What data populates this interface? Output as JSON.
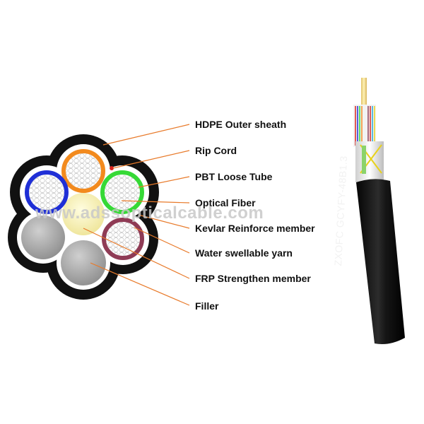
{
  "labels": [
    "HDPE Outer sheath",
    "Rip Cord",
    "PBT Loose Tube",
    "Optical Fiber",
    "Kevlar Reinforce member",
    "Water swellable yarn",
    "FRP Strengthen member",
    "Filler"
  ],
  "watermark": "www.adssopticalcable.com",
  "cable_print": "ZXOFC  GCYFY-48B1.3",
  "colors": {
    "sheath": "#111111",
    "callout_line": "#e87a2a",
    "tube_orange": "#f28a1e",
    "tube_blue": "#1f2fd6",
    "tube_green": "#36d936",
    "tube_maroon": "#8f3b55",
    "frp_center": "#f7f1a8",
    "filler": "#a6a6a6",
    "rip_cord": "#d9231f"
  }
}
